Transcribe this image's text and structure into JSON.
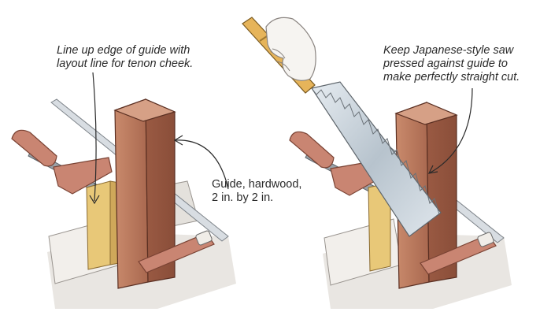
{
  "annotations": {
    "guide_alignment": {
      "line1": "Line up edge of guide with",
      "line2": "layout line for tenon cheek."
    },
    "guide_material": {
      "line1": "Guide, hardwood,",
      "line2": "2 in. by 2 in."
    },
    "saw_technique": {
      "line1": "Keep Japanese-style saw",
      "line2": "pressed against guide to",
      "line3": "make perfectly straight cut."
    }
  },
  "colors": {
    "guide_wood": "#b8745a",
    "tenon_wood": "#e8c878",
    "clamp_handle": "#c98572",
    "clamp_bar": "#d8dde2",
    "saw_blade": "#c9d3db",
    "saw_handle": "#e6b45a"
  }
}
